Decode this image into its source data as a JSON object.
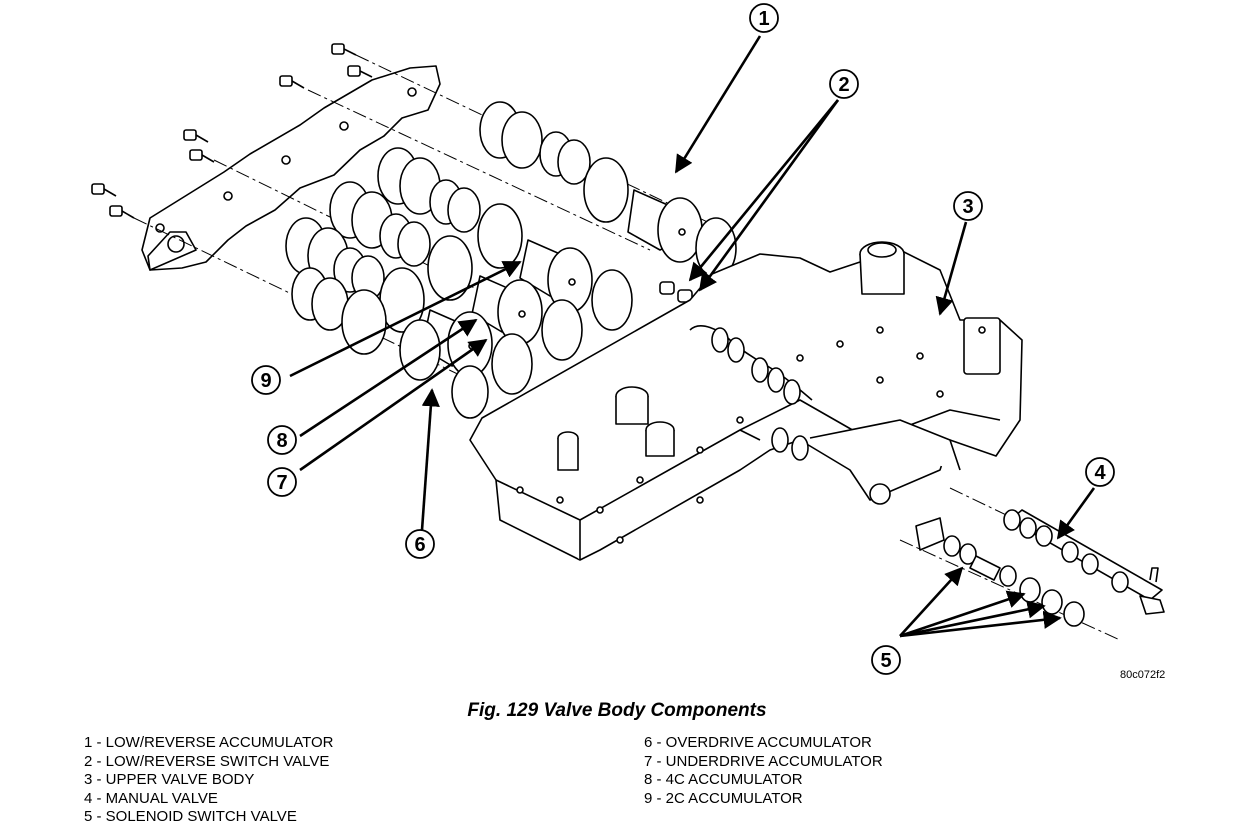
{
  "figure": {
    "caption": "Fig. 129 Valve Body Components",
    "image_code": "80c072f2"
  },
  "callouts": [
    "1",
    "2",
    "3",
    "4",
    "5",
    "6",
    "7",
    "8",
    "9"
  ],
  "legend": {
    "left": [
      "1 - LOW/REVERSE ACCUMULATOR",
      "2 - LOW/REVERSE SWITCH VALVE",
      "3 - UPPER VALVE BODY",
      "4 - MANUAL VALVE",
      "5 - SOLENOID SWITCH VALVE"
    ],
    "right": [
      "6 - OVERDRIVE ACCUMULATOR",
      "7 - UNDERDRIVE ACCUMULATOR",
      "8 - 4C ACCUMULATOR",
      "9 - 2C ACCUMULATOR"
    ]
  }
}
